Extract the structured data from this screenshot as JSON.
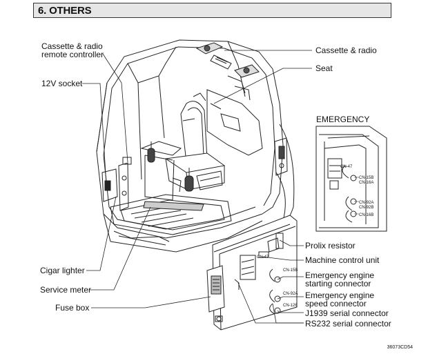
{
  "section": {
    "title": "6. OTHERS"
  },
  "labels": {
    "cassette_remote_line1": "Cassette & radio",
    "cassette_remote_line2": "remote controller",
    "socket_12v": "12V socket",
    "cigar_lighter": "Cigar lighter",
    "service_meter": "Service meter",
    "fuse_box": "Fuse box",
    "cassette_radio": "Cassette & radio",
    "seat": "Seat",
    "emergency": "EMERGENCY",
    "prolix_resistor": "Prolix resistor",
    "machine_control_unit": "Machine control unit",
    "emergency_starting_line1": "Emergency engine",
    "emergency_starting_line2": "starting connector",
    "emergency_speed_line1": "Emergency engine",
    "emergency_speed_line2": "speed connector",
    "j1939": "J1939 serial connector",
    "rs232": "RS232 serial connector"
  },
  "connector_tags": [
    "CN-47",
    "CN-15B",
    "CN-16A",
    "CN-16B",
    "CN-92A",
    "CN-92B",
    "CN-126"
  ],
  "figure_code": "36073CD54"
}
